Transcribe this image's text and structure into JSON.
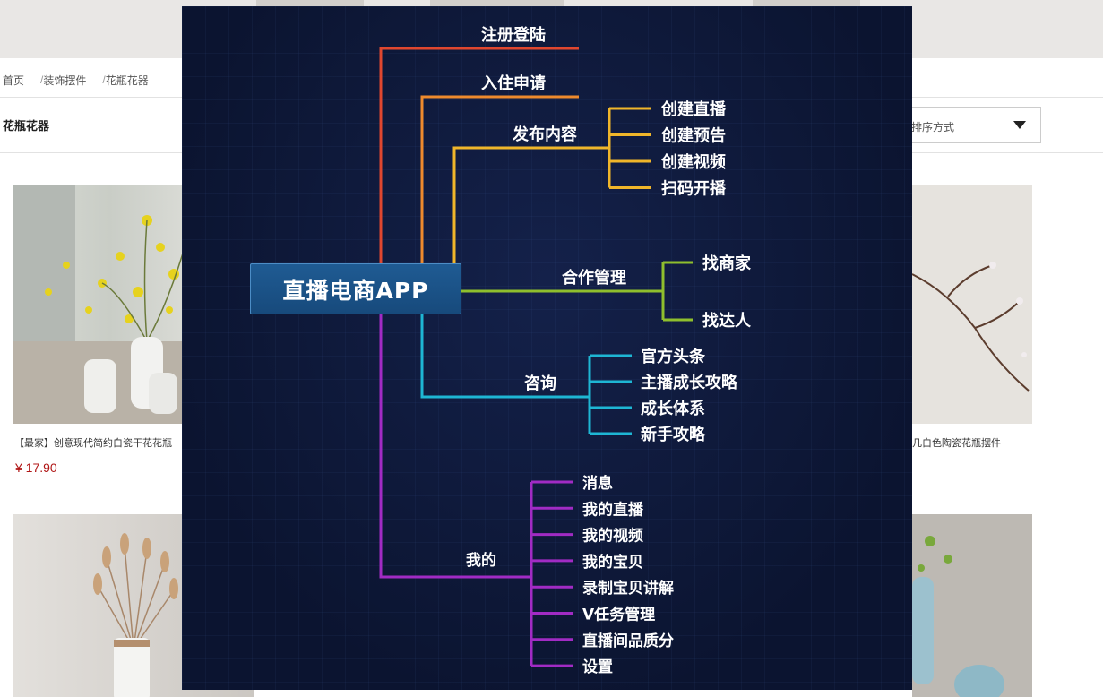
{
  "page": {
    "breadcrumb": [
      "首页",
      "装饰摆件",
      "花瓶花器"
    ],
    "breadcrumb_separator": "/",
    "category_title": "花瓶花器",
    "sort_label": "排序方式",
    "products": [
      {
        "title": "【最家】创意现代简约白瓷干花花瓶",
        "price": "¥ 17.90"
      },
      {
        "title": "几白色陶瓷花瓶摆件",
        "price": ""
      }
    ]
  },
  "mindmap": {
    "root": "直播电商APP",
    "branches": {
      "register": {
        "label": "注册登陆",
        "color": "#e0472f"
      },
      "apply": {
        "label": "入住申请",
        "color": "#ee8a2d"
      },
      "publish": {
        "label": "发布内容",
        "color": "#f0b62a",
        "children": [
          "创建直播",
          "创建预告",
          "创建视频",
          "扫码开播"
        ]
      },
      "cooperate": {
        "label": "合作管理",
        "color": "#8fbf2d",
        "children": [
          "找商家",
          "找达人"
        ]
      },
      "consult": {
        "label": "咨询",
        "color": "#1eb6d4",
        "children": [
          "官方头条",
          "主播成长攻略",
          "成长体系",
          "新手攻略"
        ]
      },
      "mine": {
        "label": "我的",
        "color": "#a12bc4",
        "children": [
          "消息",
          "我的直播",
          "我的视频",
          "我的宝贝",
          "录制宝贝讲解",
          "V任务管理",
          "直播间品质分",
          "设置"
        ]
      }
    }
  }
}
